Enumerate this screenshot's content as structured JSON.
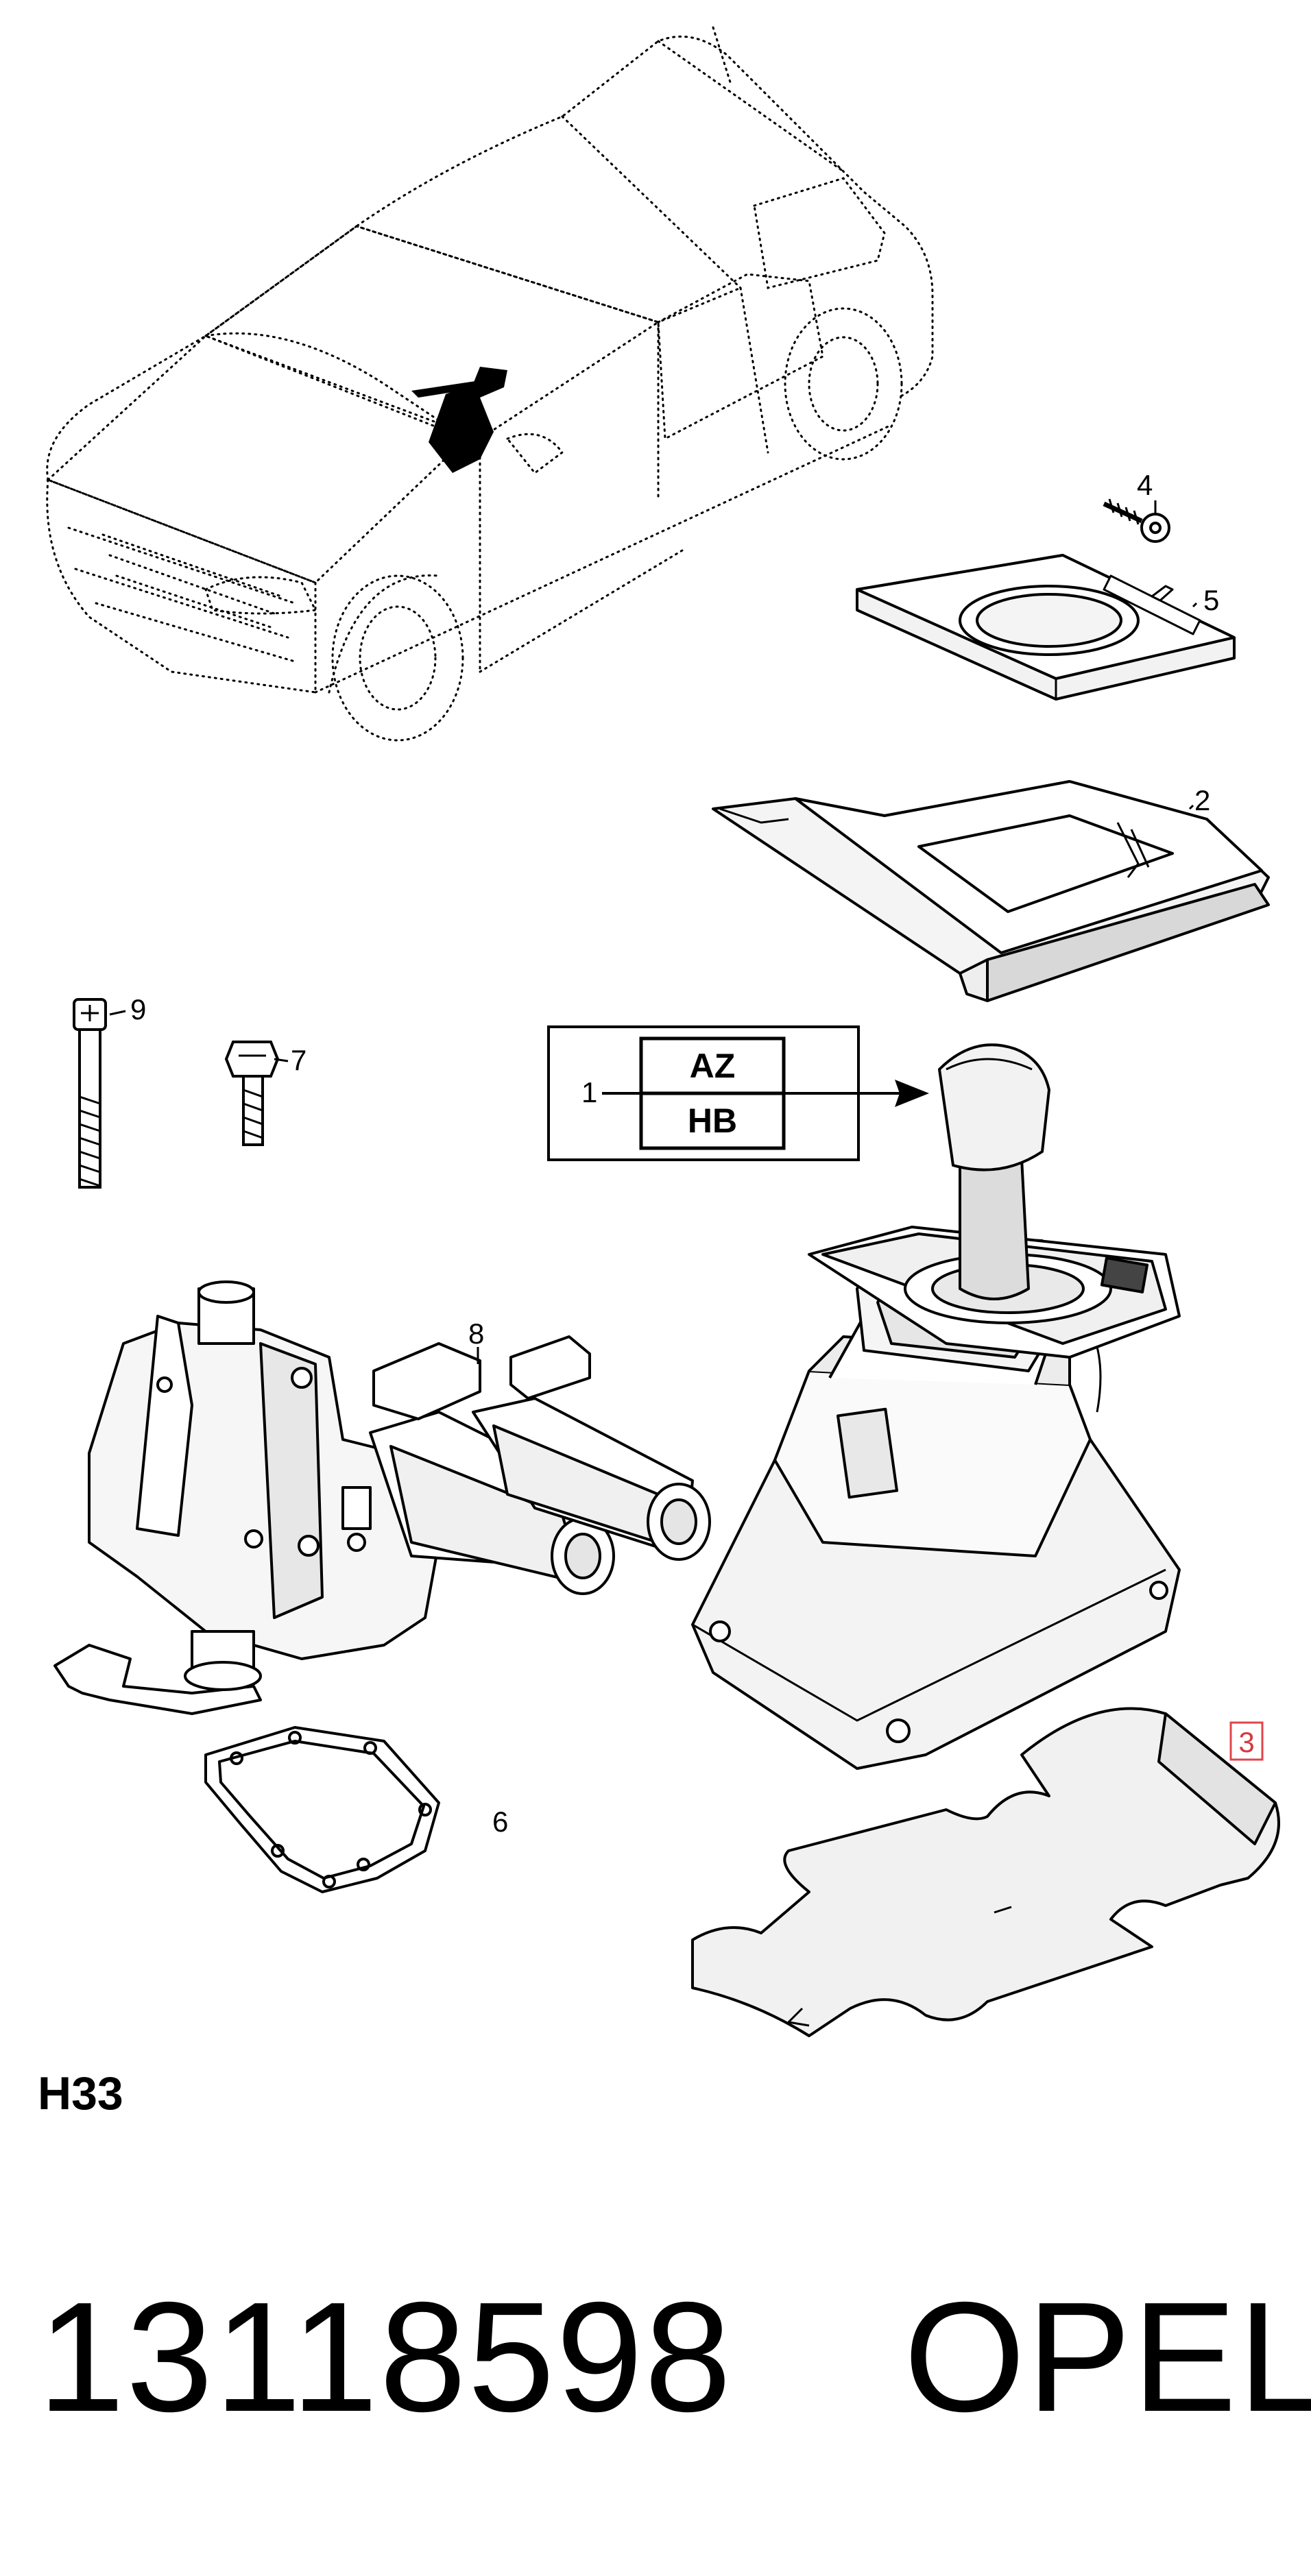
{
  "callouts": {
    "c1": "1",
    "c2": "2",
    "c3": "3",
    "c4": "4",
    "c5": "5",
    "c6": "6",
    "c7": "7",
    "c8": "8",
    "c9": "9"
  },
  "variants": [
    "AZ",
    "HB"
  ],
  "section_code": "H33",
  "part_number": "13118598",
  "brand": "OPEL",
  "colors": {
    "line": "#000000",
    "highlight_box": "#e0454a",
    "highlight_text": "#d43a40",
    "fill_light": "#ffffff",
    "fill_shade": "#e8e8e8"
  }
}
